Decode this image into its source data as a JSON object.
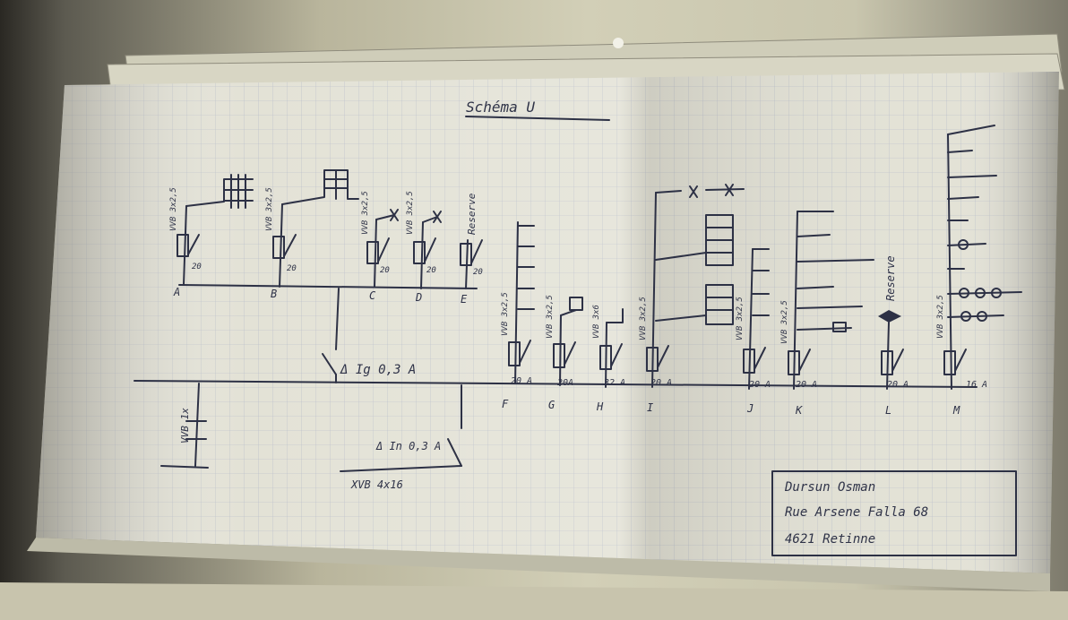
{
  "title": "Schéma U",
  "colors": {
    "ink": "#2d3145",
    "paper": "#e3e2d6",
    "grid": "#9ea8c4"
  },
  "main_breaker": {
    "label": "Δ Ig 0,3 A"
  },
  "incoming_breaker": {
    "label": "Δ In 0,3 A"
  },
  "supply_cable": "XVB 4x16",
  "ground_cable": "VVB 1x",
  "group_cable_label": "VVB 3x2,5",
  "circuits_upper": [
    {
      "letter": "A",
      "cable": "VVB 3x2,5",
      "rating": "20"
    },
    {
      "letter": "B",
      "cable": "VVB 3x2,5",
      "rating": "20"
    },
    {
      "letter": "C",
      "cable": "VVB 3x2,5",
      "rating": "20"
    },
    {
      "letter": "D",
      "cable": "VVB 3x2,5",
      "rating": "20"
    },
    {
      "letter": "E",
      "cable": "Reserve",
      "rating": "20"
    }
  ],
  "circuits_lower": [
    {
      "letter": "F",
      "cable": "VVB 3x2,5",
      "rating": "20 A"
    },
    {
      "letter": "G",
      "cable": "VVB 3x2,5",
      "rating": "20A"
    },
    {
      "letter": "H",
      "cable": "VVB 3x6",
      "rating": "32 A"
    },
    {
      "letter": "I",
      "cable": "VVB 3x2,5",
      "rating": "20 A"
    },
    {
      "letter": "J",
      "cable": "VVB 3x2,5",
      "rating": "20 A"
    },
    {
      "letter": "K",
      "cable": "VVB 3x2,5",
      "rating": "20 A"
    },
    {
      "letter": "L",
      "cable": "Reserve",
      "rating": "20 A"
    },
    {
      "letter": "M",
      "cable": "VVB 3x2,5",
      "rating": "16 A"
    }
  ],
  "owner": {
    "name": "Dursun Osman",
    "street": "Rue Arsene Falla 68",
    "city": "4621 Retinne"
  }
}
